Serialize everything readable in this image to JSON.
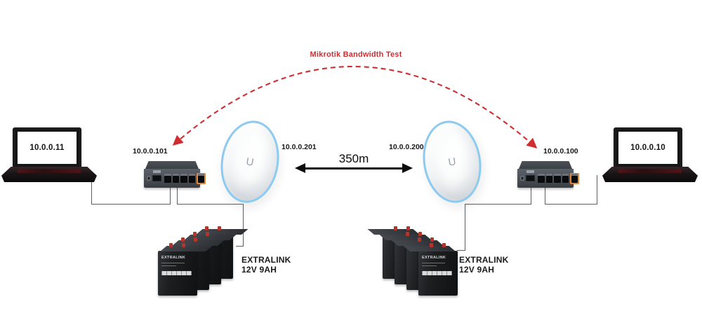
{
  "diagram": {
    "title_label": "Mikrotik Bandwidth Test",
    "distance_label": "350m",
    "devices": {
      "laptop_left": {
        "ip": "10.0.0.11"
      },
      "laptop_right": {
        "ip": "10.0.0.10"
      },
      "router_left": {
        "ip": "10.0.0.101"
      },
      "router_right": {
        "ip": "10.0.0.100"
      },
      "dish_left": {
        "ip": "10.0.0.201",
        "logo": "U"
      },
      "dish_right": {
        "ip": "10.0.0.200",
        "logo": "U"
      },
      "battery_left": {
        "brand": "EXTRALINK",
        "label_line1": "EXTRALINK",
        "label_line2": "12V 9AH"
      },
      "battery_right": {
        "brand": "EXTRALINK",
        "label_line1": "EXTRALINK",
        "label_line2": "12V 9AH"
      }
    },
    "colors": {
      "test_arrow": "#cf2e31",
      "wire": "#5c5f62",
      "dish_rim": "#8ccaf0",
      "port_accent": "#e0873a"
    }
  }
}
